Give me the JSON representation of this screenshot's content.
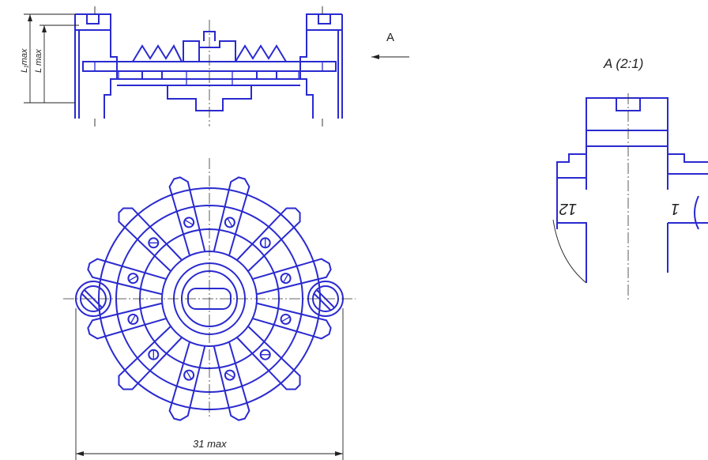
{
  "labels": {
    "view_arrow": "A",
    "detail_title": "A (2:1)",
    "dim_width": "31 max",
    "dim_l1": "L₁max",
    "dim_l": "L max",
    "contact_left": "12",
    "contact_right": "1"
  },
  "colors": {
    "outline": "#2a2ad0",
    "thin": "#222222",
    "background": "#ffffff"
  },
  "contacts": {
    "count": 12
  }
}
